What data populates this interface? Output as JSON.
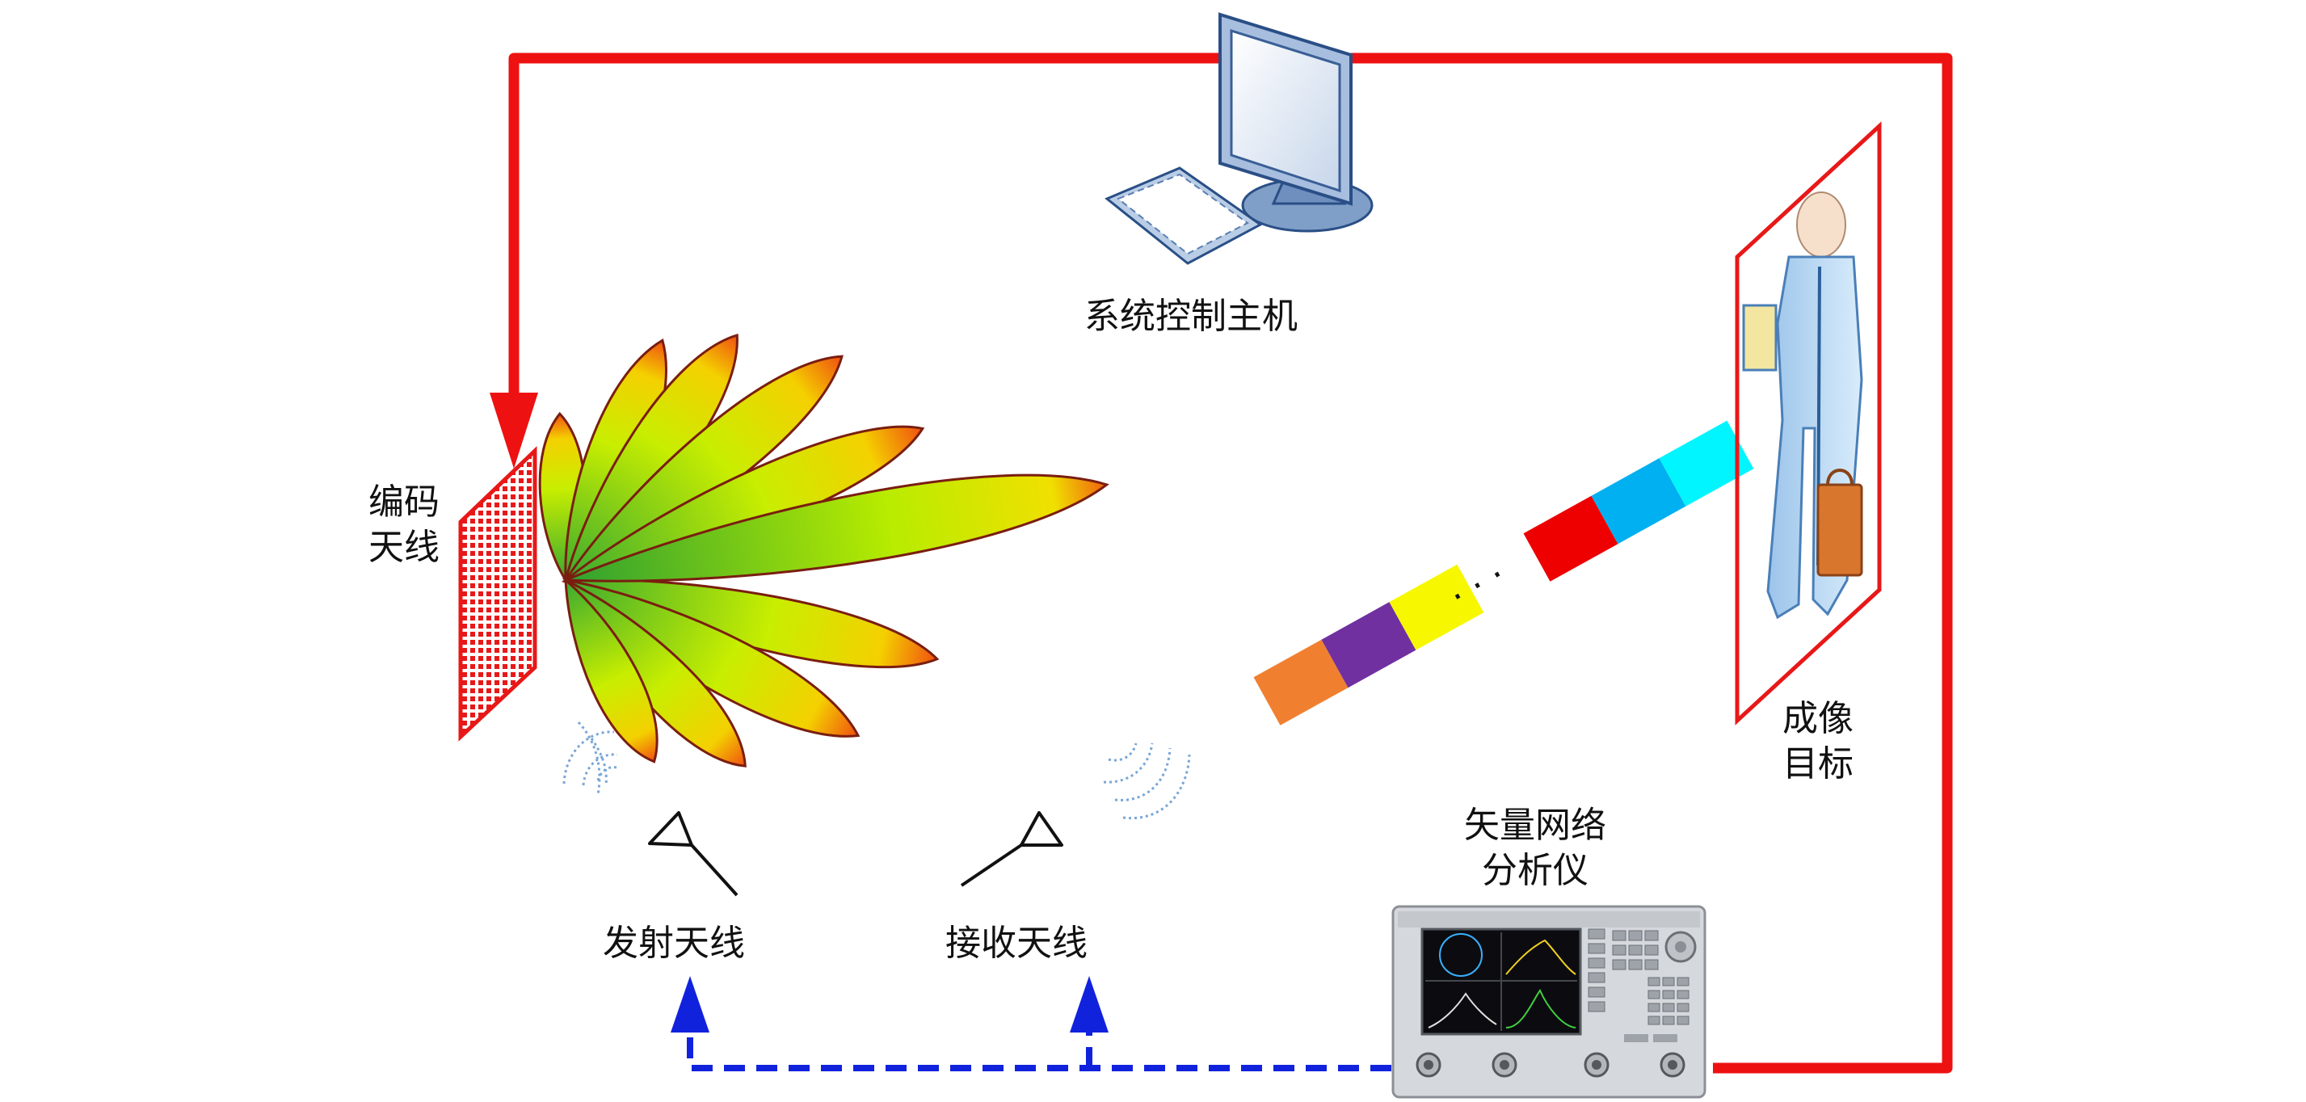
{
  "labels": {
    "host": "系统控制主机",
    "coding_antenna_line1": "编码",
    "coding_antenna_line2": "天线",
    "target_line1": "成像",
    "target_line2": "目标",
    "vna_line1": "矢量网络",
    "vna_line2": "分析仪",
    "tx_antenna": "发射天线",
    "rx_antenna": "接收天线",
    "ellipsis": "· · ·"
  },
  "colors": {
    "control_line": "#ee1111",
    "signal_line": "#1122dd",
    "coding_pattern": [
      "#f08030",
      "#7030a0",
      "#f7f700",
      "#ee0000",
      "#00b0f0",
      "#00f5ff"
    ],
    "beam_gradient": [
      "#44bb33",
      "#d8f000",
      "#f06010"
    ]
  },
  "icons": {
    "host": "desktop-computer-icon",
    "vna": "vector-network-analyzer-icon",
    "target": "human-figure-icon",
    "antenna": "horn-antenna-icon",
    "wave": "wireless-wave-icon"
  }
}
